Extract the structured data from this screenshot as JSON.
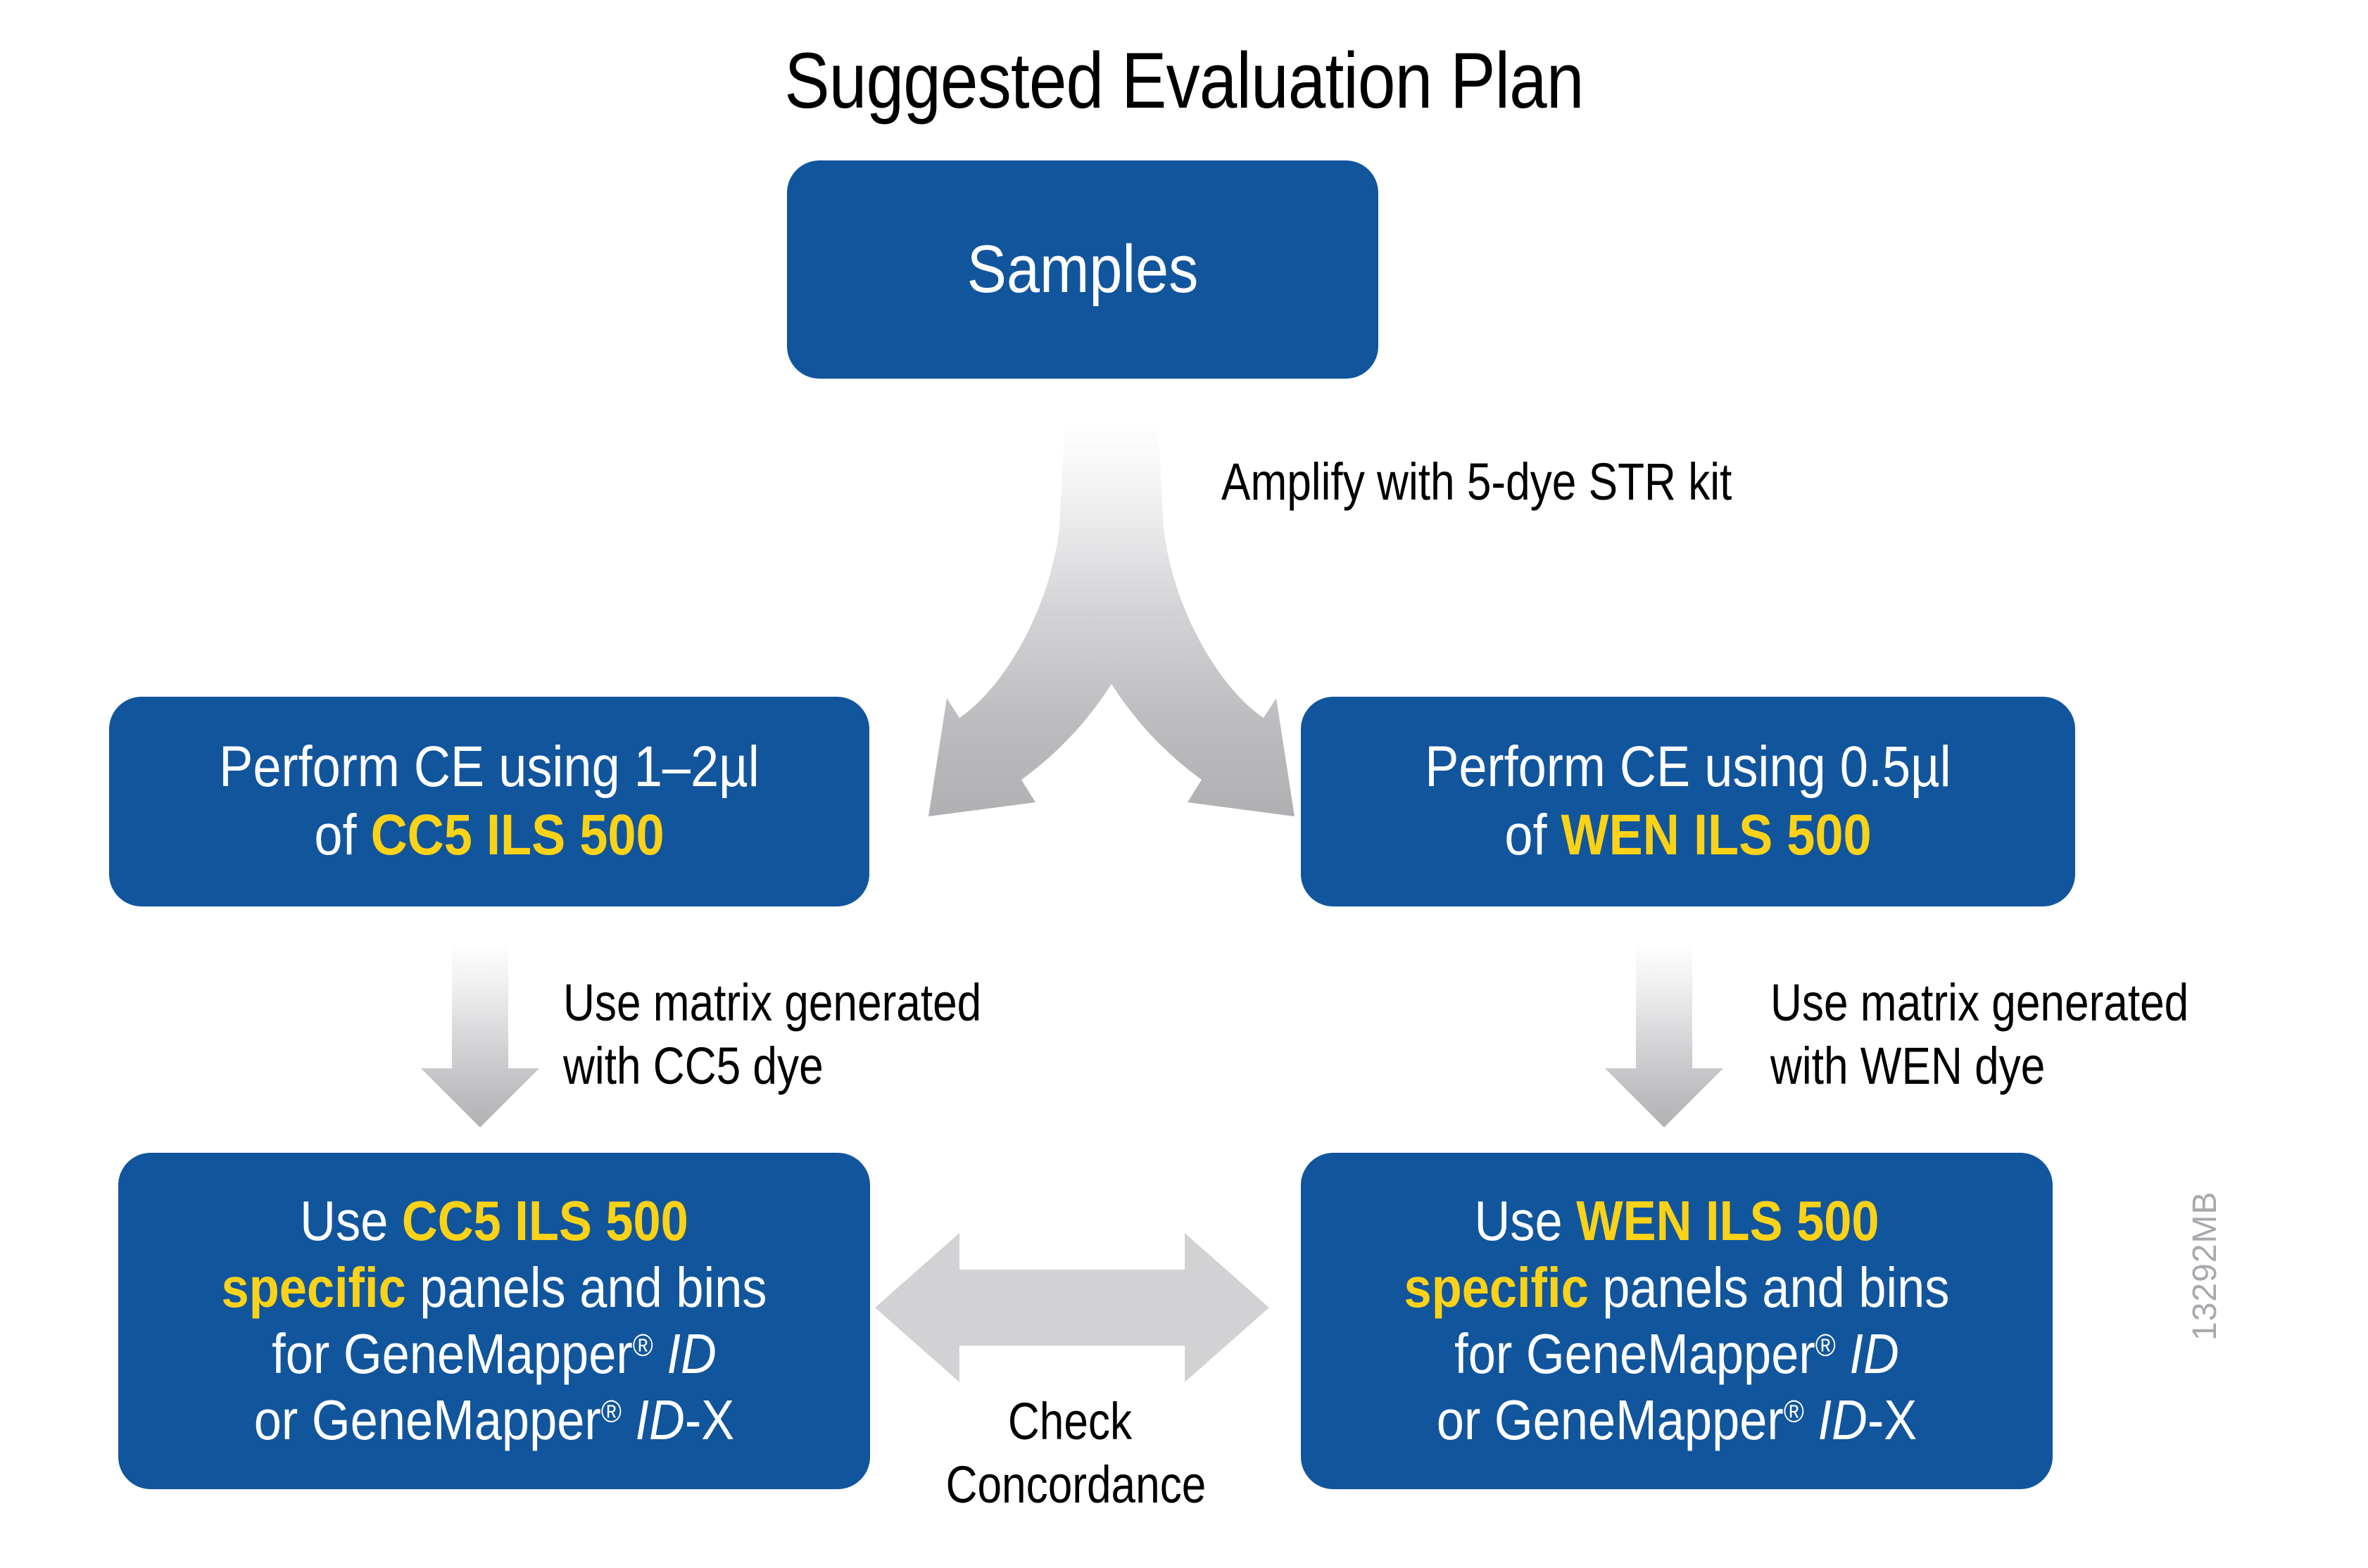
{
  "title": "Suggested Evaluation Plan",
  "colors": {
    "box_blue": "#11559D",
    "highlight_yellow": "#FCD217",
    "arrow_gray": "#B5B5B8",
    "arrow_gray_flat": "#D2D2D4",
    "text_white": "#FFFFFF",
    "text_black": "#000000",
    "watermark_gray": "#A8A9AD",
    "background": "#FFFFFF"
  },
  "boxes": {
    "samples": {
      "label": "Samples"
    },
    "ce_left": {
      "line1": "Perform CE using 1–2µl",
      "line2_prefix": "of ",
      "line2_highlight": "CC5 ILS 500"
    },
    "ce_right": {
      "line1": "Perform CE using 0.5µl",
      "line2_prefix": "of ",
      "line2_highlight": "WEN ILS 500"
    },
    "panels_left": {
      "line1_prefix": "Use ",
      "line1_highlight": "CC5 ILS 500",
      "line2_highlight": "specific",
      "line2_suffix": " panels and bins",
      "line3_prefix": "for GeneMapper",
      "line3_reg": "®",
      "line3_italic": "ID",
      "line4_prefix": "or GeneMapper",
      "line4_reg": "®",
      "line4_italic": "ID",
      "line4_suffix": "-X"
    },
    "panels_right": {
      "line1_prefix": "Use ",
      "line1_highlight": "WEN ILS 500",
      "line2_highlight": "specific",
      "line2_suffix": " panels and bins",
      "line3_prefix": "for GeneMapper",
      "line3_reg": "®",
      "line3_italic": "ID",
      "line4_prefix": "or GeneMapper",
      "line4_reg": "®",
      "line4_italic": "ID",
      "line4_suffix": "-X"
    }
  },
  "captions": {
    "amplify": "Amplify with 5-dye STR kit",
    "matrix_left": "Use matrix generated\nwith CC5 dye",
    "matrix_right": "Use matrix generated\nwith WEN dye",
    "concordance": "Check\nConcordance"
  },
  "arrows": {
    "fork": "split-arrow-down",
    "down_left": "arrow-down",
    "down_right": "arrow-down",
    "concordance": "double-headed-arrow-horizontal"
  },
  "doc_code": "13292MB"
}
